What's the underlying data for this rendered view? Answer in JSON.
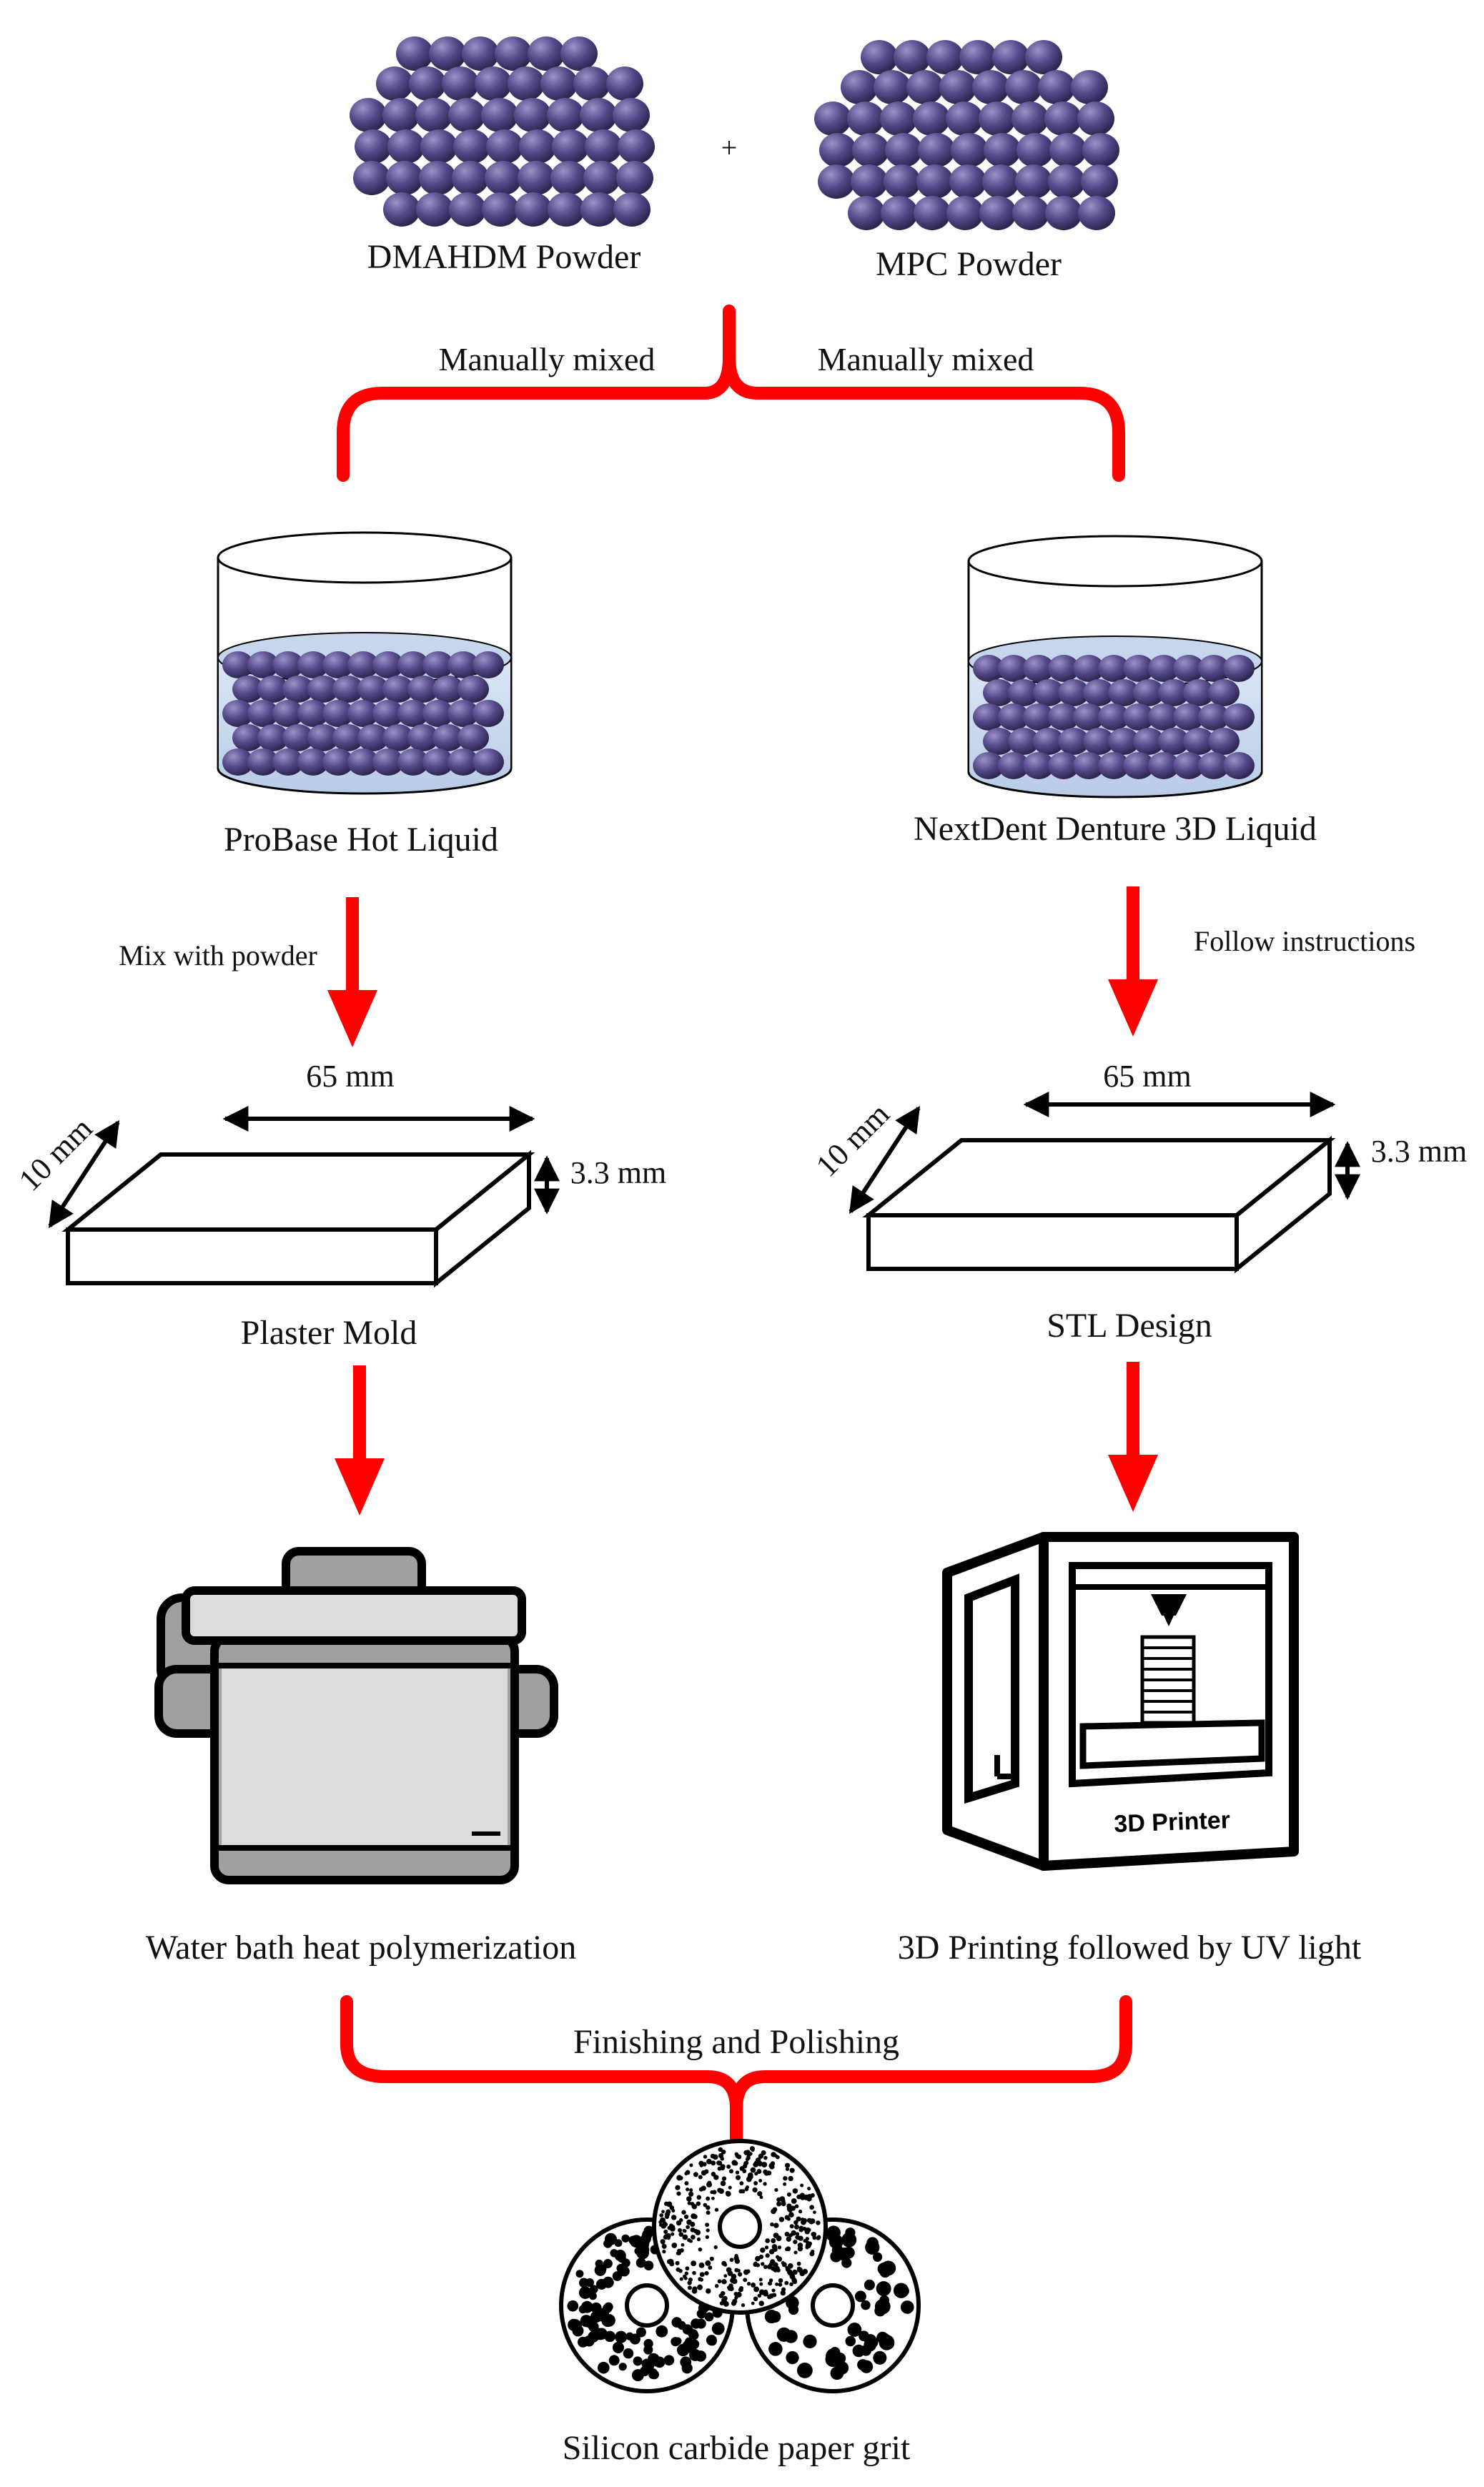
{
  "colors": {
    "arrow": "#ff0000",
    "bead": "#4a3f74",
    "bead_light": "#8c84b8",
    "liquid": "#c9d9ee",
    "pot_body": "#dcdcdc",
    "pot_dark": "#a0a0a0"
  },
  "powders": {
    "left": "DMAHDM Powder",
    "right": "MPC Powder",
    "plus": "+"
  },
  "mix": {
    "left": "Manually mixed",
    "right": "Manually mixed"
  },
  "liquids": {
    "left": "ProBase Hot Liquid",
    "right": "NextDent Denture 3D Liquid"
  },
  "steps": {
    "left": "Mix with powder",
    "right": "Follow instructions"
  },
  "specimen": {
    "length": "65 mm",
    "width": "10 mm",
    "height": "3.3 mm"
  },
  "forms": {
    "left": "Plaster Mold",
    "right": "STL Design"
  },
  "printer": {
    "label": "3D Printer"
  },
  "processes": {
    "left": "Water bath heat polymerization",
    "right": "3D Printing followed by UV light"
  },
  "finishing": {
    "label": "Finishing and Polishing"
  },
  "grit": {
    "label": "Silicon carbide paper grit"
  },
  "icons": [
    "powder-pile-icon",
    "beaker-icon",
    "specimen-block-icon",
    "cooking-pot-icon",
    "3d-printer-icon",
    "sandpaper-disc-icon"
  ]
}
